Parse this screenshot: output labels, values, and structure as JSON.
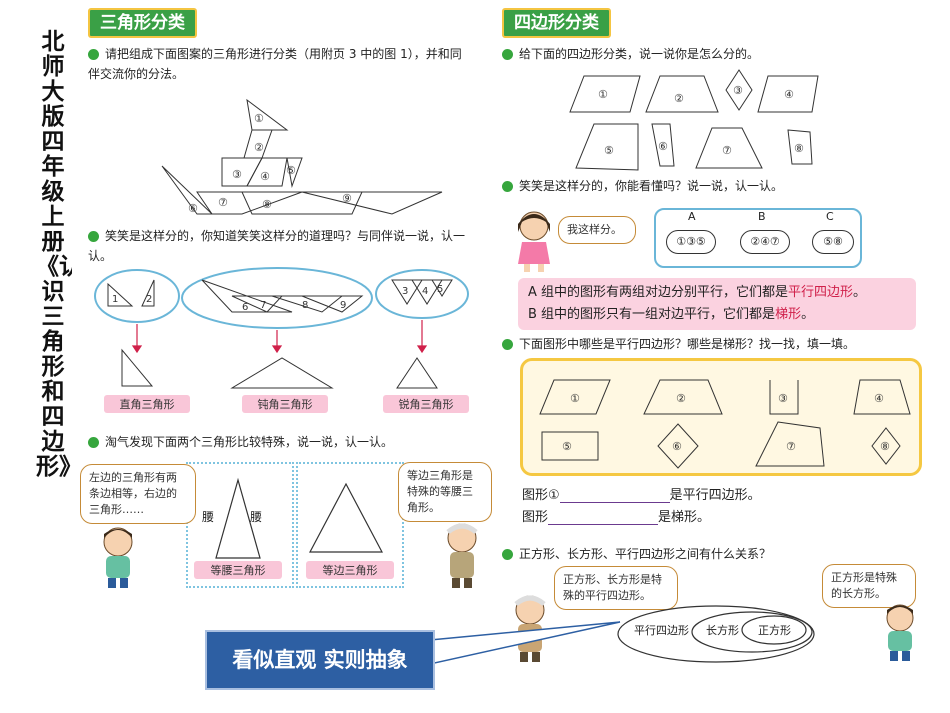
{
  "side_title": "北师大版 四年级上册《认识三角形和四边形》",
  "left": {
    "section_title": "三角形分类",
    "q1": "请把组成下面图案的三角形进行分类（用附页 3 中的图 1），并和同伴交流你的分法。",
    "q2": "笑笑是这样分的，你知道笑笑这样分的道理吗？与同伴说一说，认一认。",
    "labels": [
      "直角三角形",
      "钝角三角形",
      "锐角三角形"
    ],
    "q3": "淘气发现下面两个三角形比较特殊，说一说，认一认。",
    "bubble_left": "左边的三角形有两条边相等，右边的三角形……",
    "bubble_right": "等边三角形是特殊的等腰三角形。",
    "yao": "腰",
    "isosceles": "等腰三角形",
    "equilateral": "等边三角形",
    "pattern_numbers": [
      "①",
      "②",
      "③",
      "④",
      "⑤",
      "⑥",
      "⑦",
      "⑧",
      "⑨"
    ],
    "group_numbers": [
      "1",
      "2",
      "6",
      "7",
      "8",
      "9",
      "3",
      "4",
      "5"
    ]
  },
  "right": {
    "section_title": "四边形分类",
    "q1": "给下面的四边形分类，说一说你是怎么分的。",
    "q2": "笑笑是这样分的，你能看懂吗？说一说，认一认。",
    "bubble": "我这样分。",
    "groups": [
      {
        "name": "A",
        "members": "①③⑤"
      },
      {
        "name": "B",
        "members": "②④⑦"
      },
      {
        "name": "C",
        "members": "⑤⑧"
      }
    ],
    "explain_a_pre": "A 组中的图形有两组对边分别平行，它们都是",
    "explain_a_hl": "平行四边形",
    "explain_a_post": "。",
    "explain_b_pre": "B 组中的图形只有一组对边平行，它们都是",
    "explain_b_hl": "梯形",
    "explain_b_post": "。",
    "q3": "下面图形中哪些是平行四边形？哪些是梯形？找一找，填一填。",
    "fill1_pre": "图形①",
    "fill1_post": "是平行四边形。",
    "fill2_pre": "图形",
    "fill2_post": "是梯形。",
    "q4": "正方形、长方形、平行四边形之间有什么关系？",
    "bubble_teacher": "正方形、长方形是特殊的平行四边形。",
    "bubble_kid": "正方形是特殊的长方形。",
    "venn": [
      "平行四边形",
      "长方形",
      "正方形"
    ],
    "shape_numbers": [
      "①",
      "②",
      "③",
      "④",
      "⑤",
      "⑥",
      "⑦",
      "⑧"
    ]
  },
  "callout": "看似直观  实则抽象",
  "colors": {
    "green": "#3aa046",
    "pink": "#fbd2e0",
    "highlight": "#d0204a",
    "callout": "#2d5fa3"
  }
}
